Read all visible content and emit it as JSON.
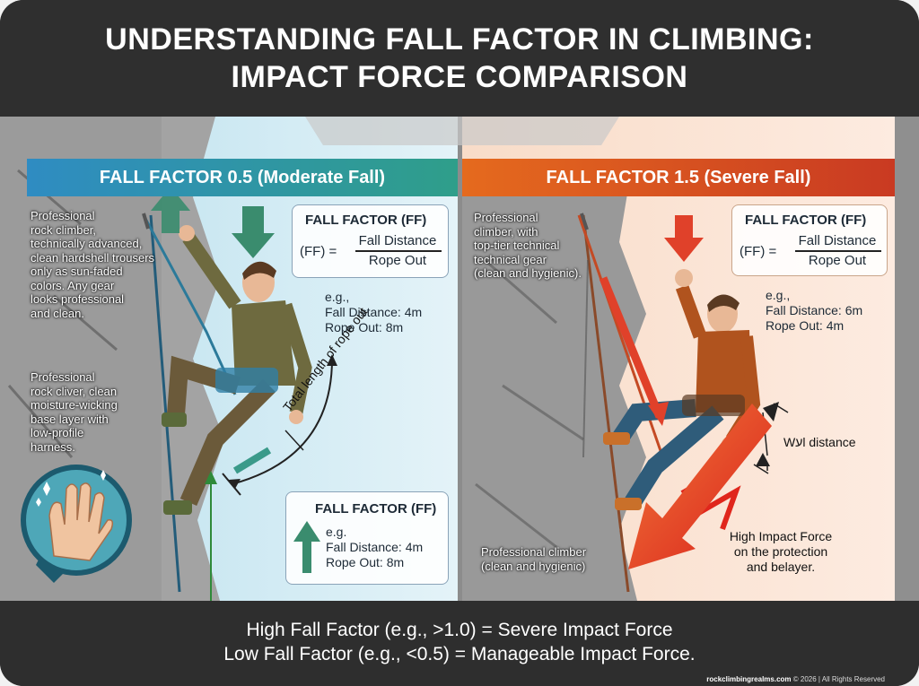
{
  "header": {
    "title_line1": "UNDERSTANDING FALL FACTOR IN CLIMBING:",
    "title_line2": "IMPACT FORCE COMPARISON"
  },
  "left": {
    "title": "FALL FACTOR 0.5 (Moderate Fall)",
    "caption1": [
      "Professional",
      "rock climber,",
      "technically advanced,",
      "clean hardshell trousers",
      "only as sun-faded",
      "colors. Any gear",
      "looks professional",
      "and clean."
    ],
    "caption2": [
      "Professional",
      "rock cliver, clean",
      "moisture-wicking",
      "base layer with",
      "low-profile",
      "harness."
    ],
    "formula_box": {
      "title": "FALL FACTOR (FF)",
      "lhs": "(FF) =",
      "numerator": "Fall Distance",
      "denominator": "Rope Out"
    },
    "example": {
      "label": "e.g.,",
      "fall": "Fall Distance: 4m",
      "rope": "Rope Out: 8m"
    },
    "rope_label": "Total length of rope out",
    "small_box": {
      "title": "FALL FACTOR (FF)",
      "label": "e.g.",
      "fall": "Fall Distance: 4m",
      "rope": "Rope Out: 8m"
    }
  },
  "right": {
    "title": "FALL FACTOR 1.5 (Severe Fall)",
    "caption1": [
      "Professional",
      "climber, with",
      "top-tier technical",
      "technical gear",
      "(clean and hygienic)."
    ],
    "caption2": [
      "Professional climber",
      "(clean and hygienic)"
    ],
    "formula_box": {
      "title": "FALL FACTOR (FF)",
      "lhs": "(FF) =",
      "numerator": "Fall Distance",
      "denominator": "Rope Out"
    },
    "example": {
      "label": "e.g.,",
      "fall": "Fall Distance: 6m",
      "rope": "Rope Out: 4m"
    },
    "distance_label": "Wעl distance",
    "impact_label": [
      "High Impact Force",
      "on the protection",
      "and belayer."
    ]
  },
  "footer": {
    "line1": "High Fall Factor (e.g., >1.0) = Severe Impact Force",
    "line2": "Low Fall Factor (e.g., <0.5) = Manageable Impact Force.",
    "copyright_site": "rockclimbingrealms.com",
    "copyright_text": " © 2026 | All Rights Reserved"
  },
  "colors": {
    "left_accent": "#2f8cc2",
    "left_accent2": "#2f9e8a",
    "right_accent": "#e56a1e",
    "right_accent2": "#c93a22",
    "impact_arrow": "#e0261c",
    "panel_bg_left": "#d6eef6",
    "panel_bg_right": "#fbe3d2"
  }
}
